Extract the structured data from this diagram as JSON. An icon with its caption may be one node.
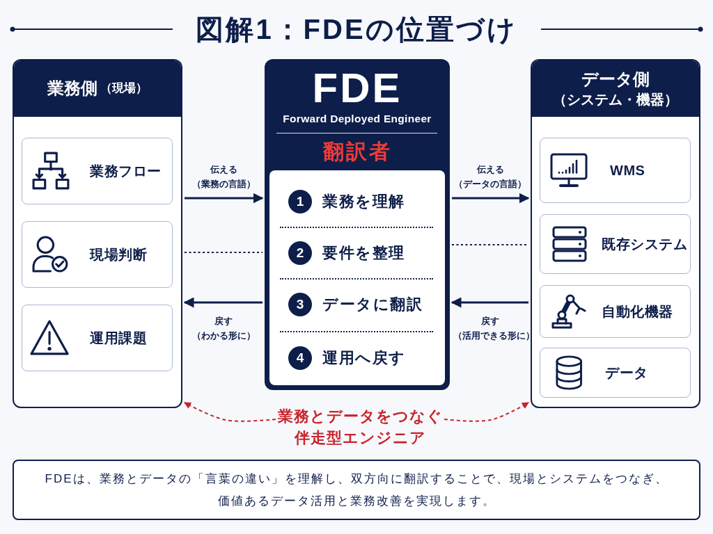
{
  "diagram": {
    "title": "図解1：FDEの位置づけ",
    "nodes": [
      {
        "text": [
          "業務側",
          "（現場）"
        ]
      },
      {
        "text": [
          "業務フロー"
        ],
        "in": 0
      },
      {
        "text": [
          "現場判断"
        ],
        "in": 0
      },
      {
        "text": [
          "運用課題"
        ],
        "in": 0
      },
      {
        "text": [
          "FDE",
          "Forward Deployed Engineer",
          "翻訳者"
        ]
      },
      {
        "text": [
          "1"
        ],
        "in": 4,
        "beside": [
          "業務を理解"
        ]
      },
      {
        "text": [
          "2"
        ],
        "in": 4,
        "beside": [
          "要件を整理"
        ]
      },
      {
        "text": [
          "3"
        ],
        "in": 4,
        "beside": [
          "データに翻訳"
        ]
      },
      {
        "text": [
          "4"
        ],
        "in": 4,
        "beside": [
          "運用へ戻す"
        ]
      },
      {
        "text": [
          "データ側",
          "（システム・機器）"
        ]
      },
      {
        "text": [
          "WMS"
        ],
        "in": 9
      },
      {
        "text": [
          "既存システム"
        ],
        "in": 9
      },
      {
        "text": [
          "自動化機器"
        ],
        "in": 9
      },
      {
        "text": [
          "データ"
        ],
        "in": 9
      },
      {
        "text": [
          "業務とデータをつなぐ伴走型エンジニア"
        ]
      },
      {
        "text": [
          "FDEは、業務とデータの「言葉の違い」を理解し、双方向に翻訳することで、現場とシステムをつなぎ、価値あるデータ活用と業務改善を実現します。"
        ]
      }
    ],
    "edges": [
      {
        "from": 0,
        "to": 4,
        "arrow": "to",
        "label": "伝える（業務の言語）"
      },
      {
        "from": 0,
        "to": 4,
        "arrow": "none",
        "style": "dashed"
      },
      {
        "from": 4,
        "to": 0,
        "arrow": "to",
        "label": "戻す（わかる形に）"
      },
      {
        "from": 4,
        "to": 9,
        "arrow": "to",
        "label": "伝える（データの言語）"
      },
      {
        "from": 4,
        "to": 9,
        "arrow": "none",
        "style": "dashed"
      },
      {
        "from": 9,
        "to": 4,
        "arrow": "to",
        "label": "戻す（活用できる形に）"
      },
      {
        "from": 14,
        "to": 0,
        "arrow": "to",
        "style": "dashed",
        "color": "#c8232c"
      },
      {
        "from": 14,
        "to": 9,
        "arrow": "to",
        "style": "dashed",
        "color": "#c8232c"
      }
    ]
  }
}
